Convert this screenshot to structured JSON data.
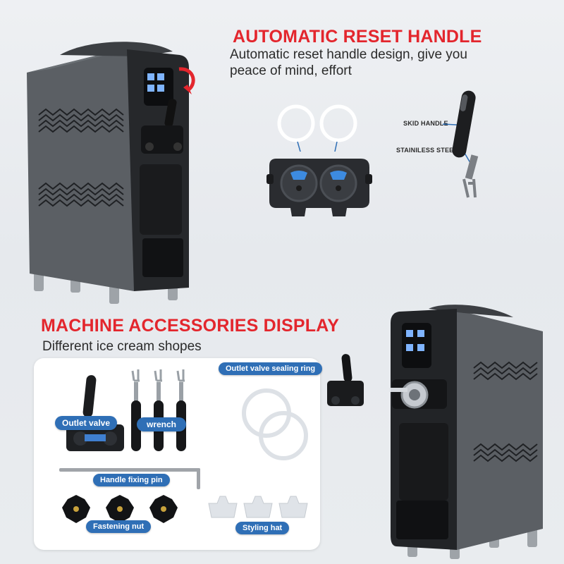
{
  "headline_reset": "AUTOMATIC RESET HANDLE",
  "reset_description": "Automatic reset handle design, give you peace of mind, effort",
  "handle_labels": {
    "skid": "SKID HANDLE",
    "steel": "STAINILESS STEEL"
  },
  "headline_accessories": "MACHINE ACCESSORIES DISPLAY",
  "accessories_subtitle": "Different ice cream shopes",
  "accessories": {
    "outlet_valve": "Outlet valve",
    "wrench": "wrench",
    "sealing_ring": "Outlet valve sealing ring",
    "fixing_pin": "Handle fixing pin",
    "fastening_nut": "Fastening nut",
    "styling_hat": "Styling hat"
  },
  "colors": {
    "headline_red": "#e3262d",
    "pill_blue": "#2f6fb6",
    "machine_gray": "#5d6166",
    "panel_black": "#1b1c1e"
  }
}
